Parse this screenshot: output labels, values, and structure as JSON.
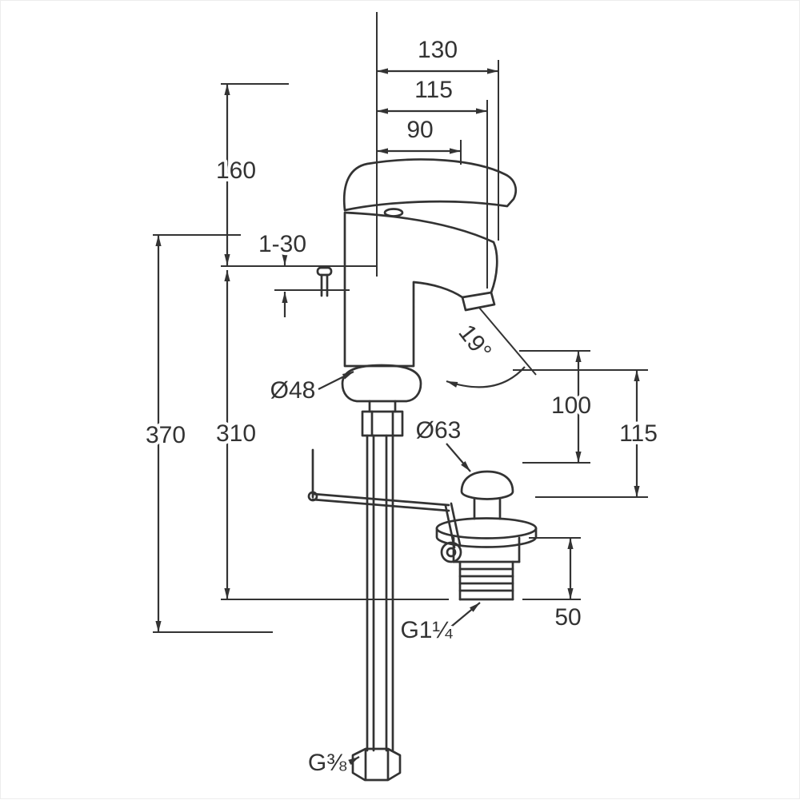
{
  "colors": {
    "line": "#333333",
    "background": "#ffffff"
  },
  "dimensions": {
    "width_130": "130",
    "width_115": "115",
    "width_90": "90",
    "height_160": "160",
    "deck_thickness": "1-30",
    "height_370": "370",
    "height_310": "310",
    "base_diameter": "Ø48",
    "drain_diameter": "Ø63",
    "spout_angle": "19°",
    "height_100": "100",
    "height_115_right": "115",
    "drain_height_50": "50",
    "drain_thread": "G1¼",
    "supply_thread": "G⅜"
  }
}
